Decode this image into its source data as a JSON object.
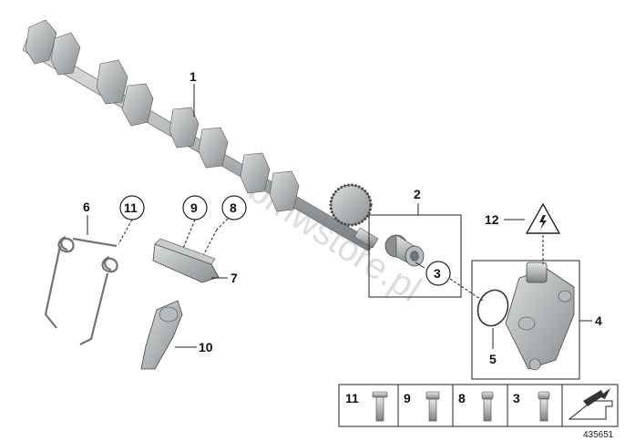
{
  "diagram": {
    "id_label": "435651",
    "watermark": "bmwstore.pl",
    "colors": {
      "metal_light": "#d6d8d9",
      "metal_mid": "#a9acae",
      "metal_dark": "#6f7375",
      "line": "#222222"
    },
    "callouts": {
      "c1": "1",
      "c2": "2",
      "c3": "3",
      "c4": "4",
      "c5": "5",
      "c6": "6",
      "c7": "7",
      "c8": "8",
      "c9": "9",
      "c10": "10",
      "c11": "11",
      "c12": "12"
    },
    "fastener_table": {
      "items": [
        {
          "number": "11",
          "icon": "flange-bolt-icon"
        },
        {
          "number": "9",
          "icon": "hex-bolt-icon"
        },
        {
          "number": "8",
          "icon": "torx-bolt-icon"
        },
        {
          "number": "3",
          "icon": "socket-cap-screw-icon"
        }
      ],
      "last_cell_icon": "direction-arrow-icon"
    },
    "warning_icon": "electrical-warning-icon"
  }
}
